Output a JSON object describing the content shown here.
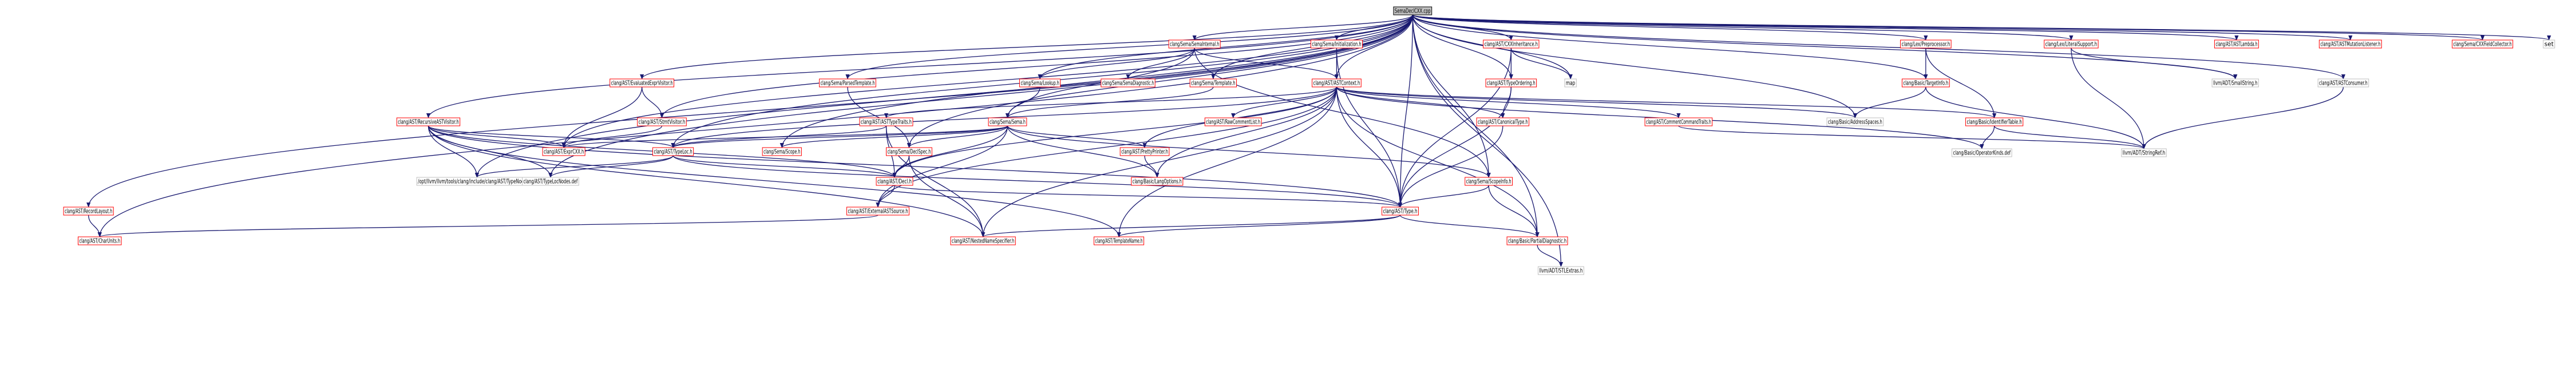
{
  "colors": {
    "edge": "#191970",
    "linked_border": "#ff0000",
    "plain_border": "#bfbfbf",
    "root_fill": "#bfbfbf",
    "root_border": "#000000",
    "text": "#000000",
    "background": "#ffffff"
  },
  "nodes": [
    {
      "id": "root",
      "label": "SemaDeclCXX.cpp",
      "kind": "root"
    },
    {
      "id": "SemaInternal",
      "label": "clang/Sema/SemaInternal.h",
      "kind": "linked"
    },
    {
      "id": "SemaInitialization",
      "label": "clang/Sema/Initialization.h",
      "kind": "linked"
    },
    {
      "id": "CXXInheritance",
      "label": "clang/AST/CXXInheritance.h",
      "kind": "linked"
    },
    {
      "id": "Preprocessor",
      "label": "clang/Lex/Preprocessor.h",
      "kind": "linked"
    },
    {
      "id": "LiteralSupport",
      "label": "clang/Lex/LiteralSupport.h",
      "kind": "linked"
    },
    {
      "id": "ASTLambda",
      "label": "clang/AST/ASTLambda.h",
      "kind": "linked"
    },
    {
      "id": "ASTMutationListener",
      "label": "clang/AST/ASTMutationListener.h",
      "kind": "linked"
    },
    {
      "id": "CXXFieldCollector",
      "label": "clang/Sema/CXXFieldCollector.h",
      "kind": "linked"
    },
    {
      "id": "set",
      "label": "set",
      "kind": "plain"
    },
    {
      "id": "EvaluatedExprVisitor",
      "label": "clang/AST/EvaluatedExprVisitor.h",
      "kind": "linked"
    },
    {
      "id": "ParsedTemplate",
      "label": "clang/Sema/ParsedTemplate.h",
      "kind": "linked"
    },
    {
      "id": "SemaLookup",
      "label": "clang/Sema/Lookup.h",
      "kind": "linked"
    },
    {
      "id": "SemaDiagnostic",
      "label": "clang/Sema/SemaDiagnostic.h",
      "kind": "linked"
    },
    {
      "id": "SemaTemplate",
      "label": "clang/Sema/Template.h",
      "kind": "linked"
    },
    {
      "id": "ASTContext",
      "label": "clang/AST/ASTContext.h",
      "kind": "linked"
    },
    {
      "id": "TypeOrdering",
      "label": "clang/AST/TypeOrdering.h",
      "kind": "linked"
    },
    {
      "id": "map",
      "label": "map",
      "kind": "plain"
    },
    {
      "id": "TargetInfo",
      "label": "clang/Basic/TargetInfo.h",
      "kind": "linked"
    },
    {
      "id": "SmallString",
      "label": "llvm/ADT/SmallString.h",
      "kind": "plain"
    },
    {
      "id": "ASTConsumer",
      "label": "clang/AST/ASTConsumer.h",
      "kind": "plain"
    },
    {
      "id": "RecursiveASTVisitor",
      "label": "clang/AST/RecursiveASTVisitor.h",
      "kind": "linked"
    },
    {
      "id": "StmtVisitor",
      "label": "clang/AST/StmtVisitor.h",
      "kind": "linked"
    },
    {
      "id": "SemaSema",
      "label": "clang/Sema/Sema.h",
      "kind": "linked"
    },
    {
      "id": "ASTTypeTraits",
      "label": "clang/AST/ASTTypeTraits.h",
      "kind": "linked"
    },
    {
      "id": "RawCommentList",
      "label": "clang/AST/RawCommentList.h",
      "kind": "linked"
    },
    {
      "id": "CanonicalType",
      "label": "clang/AST/CanonicalType.h",
      "kind": "linked"
    },
    {
      "id": "CommentCommandTraits",
      "label": "clang/AST/CommentCommandTraits.h",
      "kind": "linked"
    },
    {
      "id": "AddressSpaces",
      "label": "clang/Basic/AddressSpaces.h",
      "kind": "plain"
    },
    {
      "id": "IdentifierTable",
      "label": "clang/Basic/IdentifierTable.h",
      "kind": "linked"
    },
    {
      "id": "StringRef",
      "label": "llvm/ADT/StringRef.h",
      "kind": "plain"
    },
    {
      "id": "OperatorKinds",
      "label": "clang/Basic/OperatorKinds.def",
      "kind": "plain"
    },
    {
      "id": "ExprCXX",
      "label": "clang/AST/ExprCXX.h",
      "kind": "linked"
    },
    {
      "id": "TypeLoc",
      "label": "clang/AST/TypeLoc.h",
      "kind": "linked"
    },
    {
      "id": "SemaScope",
      "label": "clang/Sema/Scope.h",
      "kind": "linked"
    },
    {
      "id": "SemaDeclSpec",
      "label": "clang/Sema/DeclSpec.h",
      "kind": "linked"
    },
    {
      "id": "PrettyPrinter",
      "label": "clang/AST/PrettyPrinter.h",
      "kind": "linked"
    },
    {
      "id": "TypeNodesDef",
      "label": "/opt/llvm/llvm/tools/clang/include/clang/AST/TypeNodes.def",
      "kind": "plain"
    },
    {
      "id": "TypeLocNodesDef",
      "label": "clang/AST/TypeLocNodes.def",
      "kind": "plain"
    },
    {
      "id": "Decl",
      "label": "clang/AST/Decl.h",
      "kind": "linked"
    },
    {
      "id": "LangOptions",
      "label": "clang/Basic/LangOptions.h",
      "kind": "linked"
    },
    {
      "id": "ScopeInfo",
      "label": "clang/Sema/ScopeInfo.h",
      "kind": "linked"
    },
    {
      "id": "RecordLayout",
      "label": "clang/AST/RecordLayout.h",
      "kind": "linked"
    },
    {
      "id": "ExternalASTSource",
      "label": "clang/AST/ExternalASTSource.h",
      "kind": "linked"
    },
    {
      "id": "ASTType",
      "label": "clang/AST/Type.h",
      "kind": "linked"
    },
    {
      "id": "CharUnits",
      "label": "clang/AST/CharUnits.h",
      "kind": "linked"
    },
    {
      "id": "NestedNameSpecifier",
      "label": "clang/AST/NestedNameSpecifier.h",
      "kind": "linked"
    },
    {
      "id": "TemplateName",
      "label": "clang/AST/TemplateName.h",
      "kind": "linked"
    },
    {
      "id": "PartialDiagnostic",
      "label": "clang/Basic/PartialDiagnostic.h",
      "kind": "linked"
    },
    {
      "id": "STLExtras",
      "label": "llvm/ADT/STLExtras.h",
      "kind": "plain"
    }
  ],
  "edges": [
    [
      "root",
      "SemaInternal"
    ],
    [
      "root",
      "SemaInitialization"
    ],
    [
      "root",
      "CXXInheritance"
    ],
    [
      "root",
      "Preprocessor"
    ],
    [
      "root",
      "LiteralSupport"
    ],
    [
      "root",
      "ASTLambda"
    ],
    [
      "root",
      "ASTMutationListener"
    ],
    [
      "root",
      "CXXFieldCollector"
    ],
    [
      "root",
      "set"
    ],
    [
      "root",
      "EvaluatedExprVisitor"
    ],
    [
      "root",
      "ParsedTemplate"
    ],
    [
      "root",
      "SemaLookup"
    ],
    [
      "root",
      "SemaTemplate"
    ],
    [
      "root",
      "ASTContext"
    ],
    [
      "root",
      "TypeOrdering"
    ],
    [
      "root",
      "map"
    ],
    [
      "root",
      "TargetInfo"
    ],
    [
      "root",
      "ASTConsumer"
    ],
    [
      "root",
      "RecursiveASTVisitor"
    ],
    [
      "root",
      "StmtVisitor"
    ],
    [
      "root",
      "ExprCXX"
    ],
    [
      "root",
      "TypeLoc"
    ],
    [
      "root",
      "SemaScope"
    ],
    [
      "root",
      "SemaDeclSpec"
    ],
    [
      "root",
      "ScopeInfo"
    ],
    [
      "root",
      "RecordLayout"
    ],
    [
      "root",
      "CharUnits"
    ],
    [
      "root",
      "TypeNodesDef"
    ],
    [
      "root",
      "TypeLocNodesDef"
    ],
    [
      "root",
      "PartialDiagnostic"
    ],
    [
      "root",
      "STLExtras"
    ],
    [
      "root",
      "ASTType"
    ],
    [
      "root",
      "AddressSpaces"
    ],
    [
      "root",
      "SmallString"
    ],
    [
      "SemaInternal",
      "SemaLookup"
    ],
    [
      "SemaInternal",
      "SemaDiagnostic"
    ],
    [
      "SemaInternal",
      "ASTContext"
    ],
    [
      "SemaInternal",
      "SemaSema"
    ],
    [
      "SemaInternal",
      "ScopeInfo"
    ],
    [
      "SemaInitialization",
      "ASTContext"
    ],
    [
      "SemaInitialization",
      "ASTType"
    ],
    [
      "CXXInheritance",
      "TypeOrdering"
    ],
    [
      "CXXInheritance",
      "map"
    ],
    [
      "CXXInheritance",
      "ASTType"
    ],
    [
      "Preprocessor",
      "TargetInfo"
    ],
    [
      "Preprocessor",
      "IdentifierTable"
    ],
    [
      "LiteralSupport",
      "SmallString"
    ],
    [
      "LiteralSupport",
      "StringRef"
    ],
    [
      "EvaluatedExprVisitor",
      "StmtVisitor"
    ],
    [
      "EvaluatedExprVisitor",
      "ExprCXX"
    ],
    [
      "ParsedTemplate",
      "SemaDeclSpec"
    ],
    [
      "SemaLookup",
      "SemaSema"
    ],
    [
      "SemaTemplate",
      "SemaSema"
    ],
    [
      "ASTContext",
      "ASTTypeTraits"
    ],
    [
      "ASTContext",
      "RawCommentList"
    ],
    [
      "ASTContext",
      "CanonicalType"
    ],
    [
      "ASTContext",
      "CommentCommandTraits"
    ],
    [
      "ASTContext",
      "AddressSpaces"
    ],
    [
      "ASTContext",
      "IdentifierTable"
    ],
    [
      "ASTContext",
      "PrettyPrinter"
    ],
    [
      "ASTContext",
      "LangOptions"
    ],
    [
      "ASTContext",
      "ASTType"
    ],
    [
      "ASTContext",
      "Decl"
    ],
    [
      "ASTContext",
      "ExternalASTSource"
    ],
    [
      "ASTContext",
      "NestedNameSpecifier"
    ],
    [
      "ASTContext",
      "TemplateName"
    ],
    [
      "ASTContext",
      "PartialDiagnostic"
    ],
    [
      "ASTContext",
      "OperatorKinds"
    ],
    [
      "ASTContext",
      "TypeLoc"
    ],
    [
      "TypeOrdering",
      "CanonicalType"
    ],
    [
      "TypeOrdering",
      "ASTType"
    ],
    [
      "TargetInfo",
      "AddressSpaces"
    ],
    [
      "TargetInfo",
      "StringRef"
    ],
    [
      "ASTConsumer",
      "StringRef"
    ],
    [
      "RecursiveASTVisitor",
      "ExprCXX"
    ],
    [
      "RecursiveASTVisitor",
      "TypeLoc"
    ],
    [
      "RecursiveASTVisitor",
      "TypeNodesDef"
    ],
    [
      "RecursiveASTVisitor",
      "TypeLocNodesDef"
    ],
    [
      "RecursiveASTVisitor",
      "Decl"
    ],
    [
      "RecursiveASTVisitor",
      "NestedNameSpecifier"
    ],
    [
      "RecursiveASTVisitor",
      "ASTType"
    ],
    [
      "RecursiveASTVisitor",
      "TemplateName"
    ],
    [
      "StmtVisitor",
      "ExprCXX"
    ],
    [
      "SemaSema",
      "SemaScope"
    ],
    [
      "SemaSema",
      "SemaDeclSpec"
    ],
    [
      "SemaSema",
      "ExprCXX"
    ],
    [
      "SemaSema",
      "PrettyPrinter"
    ],
    [
      "SemaSema",
      "LangOptions"
    ],
    [
      "SemaSema",
      "ScopeInfo"
    ],
    [
      "SemaSema",
      "ExternalASTSource"
    ],
    [
      "SemaSema",
      "Decl"
    ],
    [
      "SemaSema",
      "TypeLoc"
    ],
    [
      "ASTTypeTraits",
      "TypeLoc"
    ],
    [
      "ASTTypeTraits",
      "Decl"
    ],
    [
      "ASTTypeTraits",
      "NestedNameSpecifier"
    ],
    [
      "CanonicalType",
      "ASTType"
    ],
    [
      "CommentCommandTraits",
      "StringRef"
    ],
    [
      "IdentifierTable",
      "OperatorKinds"
    ],
    [
      "IdentifierTable",
      "StringRef"
    ],
    [
      "TypeLoc",
      "Decl"
    ],
    [
      "TypeLoc",
      "ASTType"
    ],
    [
      "TypeLoc",
      "TypeNodesDef"
    ],
    [
      "TypeLoc",
      "TypeLocNodesDef"
    ],
    [
      "SemaDeclSpec",
      "Decl"
    ],
    [
      "SemaDeclSpec",
      "NestedNameSpecifier"
    ],
    [
      "PrettyPrinter",
      "LangOptions"
    ],
    [
      "Decl",
      "ExternalASTSource"
    ],
    [
      "Decl",
      "ASTType"
    ],
    [
      "ScopeInfo",
      "ASTType"
    ],
    [
      "ScopeInfo",
      "PartialDiagnostic"
    ],
    [
      "RecordLayout",
      "CharUnits"
    ],
    [
      "ExternalASTSource",
      "CharUnits"
    ],
    [
      "ASTType",
      "NestedNameSpecifier"
    ],
    [
      "ASTType",
      "TemplateName"
    ],
    [
      "ASTType",
      "PartialDiagnostic"
    ],
    [
      "PartialDiagnostic",
      "STLExtras"
    ]
  ]
}
